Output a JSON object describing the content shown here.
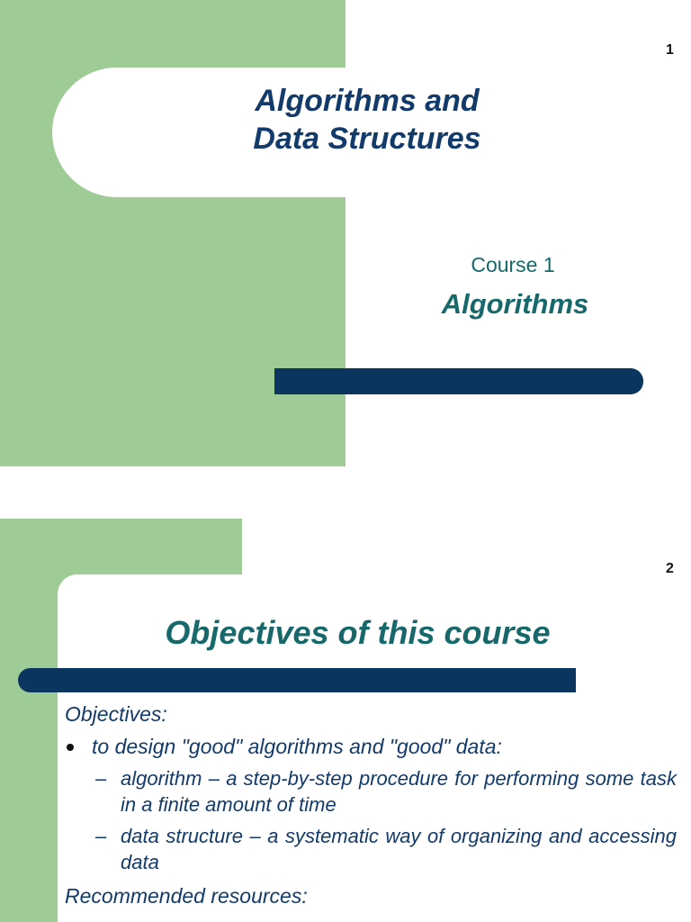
{
  "slide1": {
    "page_number": "1",
    "title_line1": "Algorithms and",
    "title_line2": "Data Structures",
    "course": "Course  1",
    "subtitle": "Algorithms"
  },
  "slide2": {
    "page_number": "2",
    "title": "Objectives of this course",
    "objectives_heading": "Objectives:",
    "bullet": "to design \"good\" algorithms and \"good\" data:",
    "sub_items": [
      {
        "dash": "–",
        "text": "algorithm – a step-by-step procedure for performing some task in a finite amount of time"
      },
      {
        "dash": "–",
        "text": "data structure – a systematic way of organizing and accessing data"
      }
    ],
    "resources_heading": "Recommended resources:"
  },
  "colors": {
    "green_panel": "#9ecb96",
    "navy_bar": "#0a355f",
    "title_navy": "#123a6b",
    "teal_text": "#17686b"
  }
}
